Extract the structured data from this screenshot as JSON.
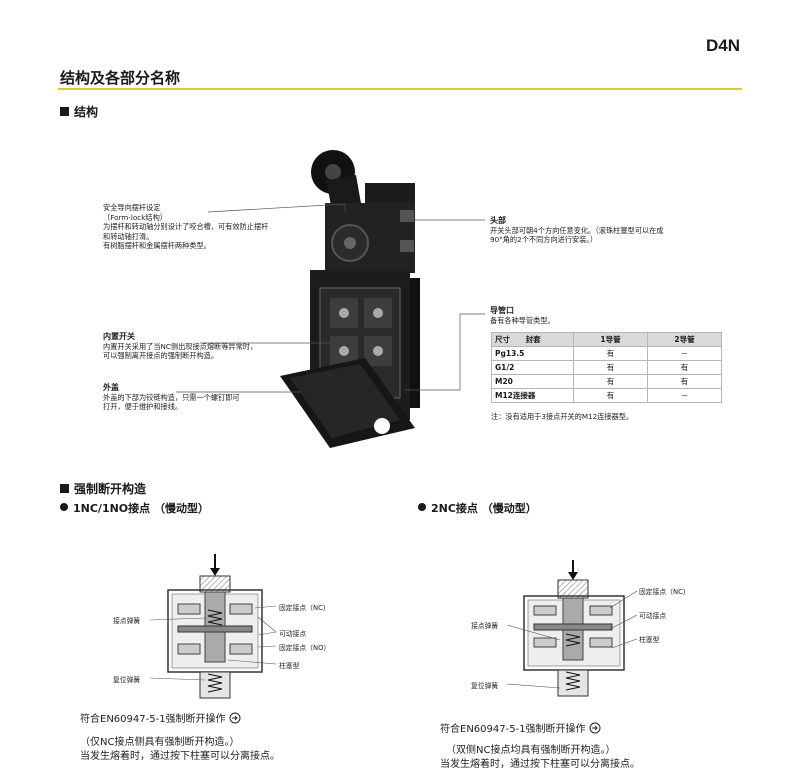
{
  "header": {
    "model": "D4N",
    "title": "结构及各部分名称"
  },
  "section_structure": "结构",
  "annotations": {
    "formlock": {
      "title": "安全导向摆杆设定",
      "sub": "（Form-lock结构）",
      "lines": [
        "为摆杆和转动轴分别设计了咬合槽，可有效防止摆杆",
        "和转动轴打滑。",
        "有树脂摆杆和金属摆杆两种类型。"
      ]
    },
    "head": {
      "title": "头部",
      "lines": [
        "开关头部可朝4个方向任意变化。（滚珠柱塞型可以在成",
        "90°角的2个不同方向进行安装。）"
      ]
    },
    "conduit": {
      "title": "导管口",
      "lines": [
        "备有各种导管类型。"
      ]
    },
    "builtin": {
      "title": "内置开关",
      "lines": [
        "内置开关采用了当NC侧出现接点熔断等异常时，",
        "可以强制离开接点的强制断开构造。"
      ]
    },
    "cover": {
      "title": "外盖",
      "lines": [
        "外盖的下部为铰链构造，只需一个螺钉即可",
        "打开，便于维护和接线。"
      ]
    }
  },
  "conduit_table": {
    "header": [
      "尺寸",
      "封套",
      "1导管",
      "2导管"
    ],
    "rows": [
      [
        "Pg13.5",
        "有",
        "－"
      ],
      [
        "G1/2",
        "有",
        "有"
      ],
      [
        "M20",
        "有",
        "有"
      ],
      [
        "M12连接器",
        "有",
        "－"
      ]
    ],
    "note": "注：没有适用于3接点开关的M12连接器型。"
  },
  "section_forced": "强制断开构造",
  "diagram_left": {
    "heading": "1NC/1NO接点 （慢动型）",
    "labels": {
      "spring": "接点弹簧",
      "fixed_nc": "固定接点（NC）",
      "movable": "可动接点",
      "fixed_no": "固定接点（NO）",
      "plunger": "柱塞型",
      "reset": "复位弹簧"
    },
    "compliance": "符合EN60947-5-1强制断开操作",
    "notes": [
      "（仅NC接点侧具有强制断开构造。）",
      "当发生熔着时，通过按下柱塞可以分离接点。"
    ]
  },
  "diagram_right": {
    "heading": "2NC接点 （慢动型）",
    "labels": {
      "fixed_nc": "固定接点（NC）",
      "movable": "可动接点",
      "spring": "接点弹簧",
      "plunger": "柱塞型",
      "reset": "复位弹簧"
    },
    "compliance": "符合EN60947-5-1强制断开操作",
    "notes": [
      "（双侧NC接点均具有强制断开构造。）",
      "当发生熔着时，通过按下柱塞可以分离接点。"
    ]
  },
  "colors": {
    "accent_rule": "#e8c82a",
    "product_body": "#1c1c1c"
  }
}
